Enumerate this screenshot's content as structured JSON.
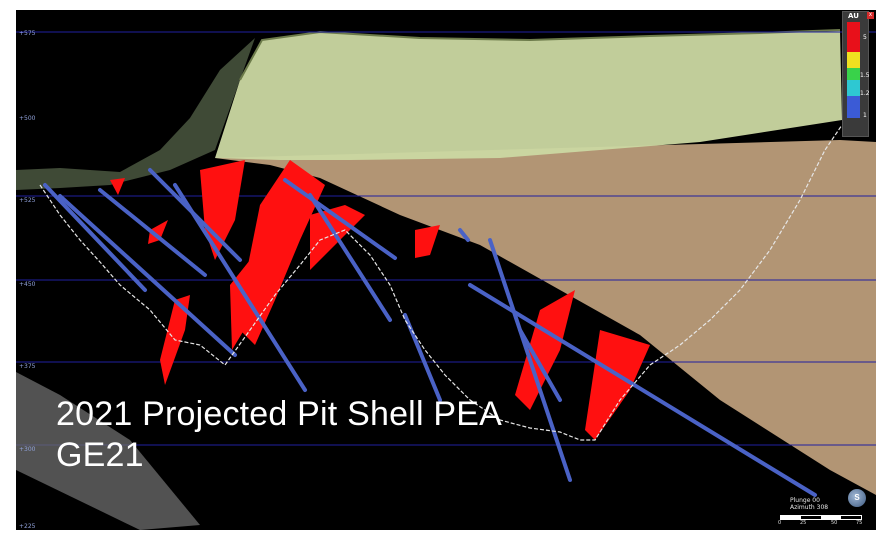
{
  "caption": {
    "line1": "2021 Projected Pit Shell PEA",
    "line2": "GE21"
  },
  "elevation_labels": [
    "+575",
    "+500",
    "+525",
    "+450",
    "+375",
    "+300",
    "+225"
  ],
  "legend": {
    "title": "AU",
    "close_label": "x",
    "ticks": [
      "5",
      "1.5",
      "1.2",
      "1"
    ],
    "colors": [
      "#e8101a",
      "#f0e020",
      "#39d24a",
      "#2ec8d2",
      "#3b5bd6"
    ]
  },
  "orientation": {
    "plunge": "Plunge 00",
    "azimuth": "Azimuth 308",
    "compass_label": "S"
  },
  "scale_labels": [
    "0",
    "25",
    "50",
    "75"
  ],
  "colors": {
    "pit_shell": "#cbd8a2",
    "topography": "#b29574",
    "ore_body": "#ff1010",
    "drillhole": "#4a62c6",
    "elevation_line": "#2020a0",
    "background": "#000000"
  }
}
